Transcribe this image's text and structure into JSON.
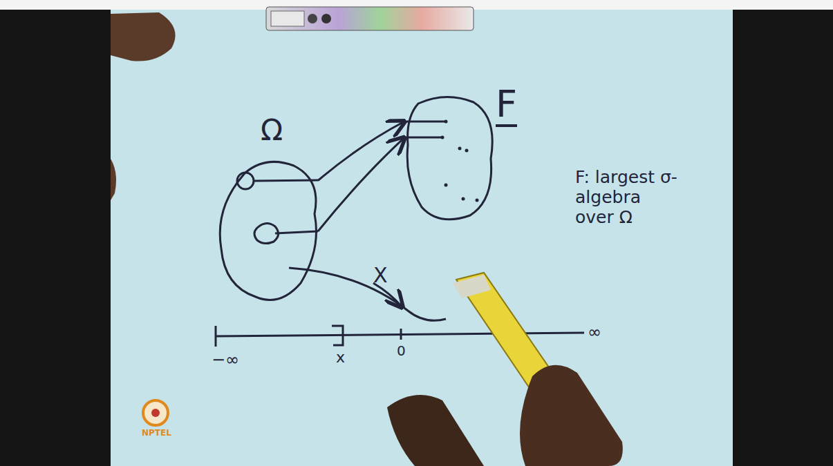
{
  "diagram": {
    "nodes": [
      {
        "text": [
          "Ω"
        ]
      },
      {
        "text": [
          "F"
        ]
      }
    ],
    "edges": [
      {
        "from": 0,
        "to": 1,
        "arrow": "to"
      },
      {
        "from": 0,
        "to": 1,
        "arrow": "to"
      }
    ],
    "labels": [
      "F: largest σ-algebra over Ω",
      "X",
      "−∞",
      "x",
      "0",
      "∞",
      "NPTEL"
    ]
  }
}
